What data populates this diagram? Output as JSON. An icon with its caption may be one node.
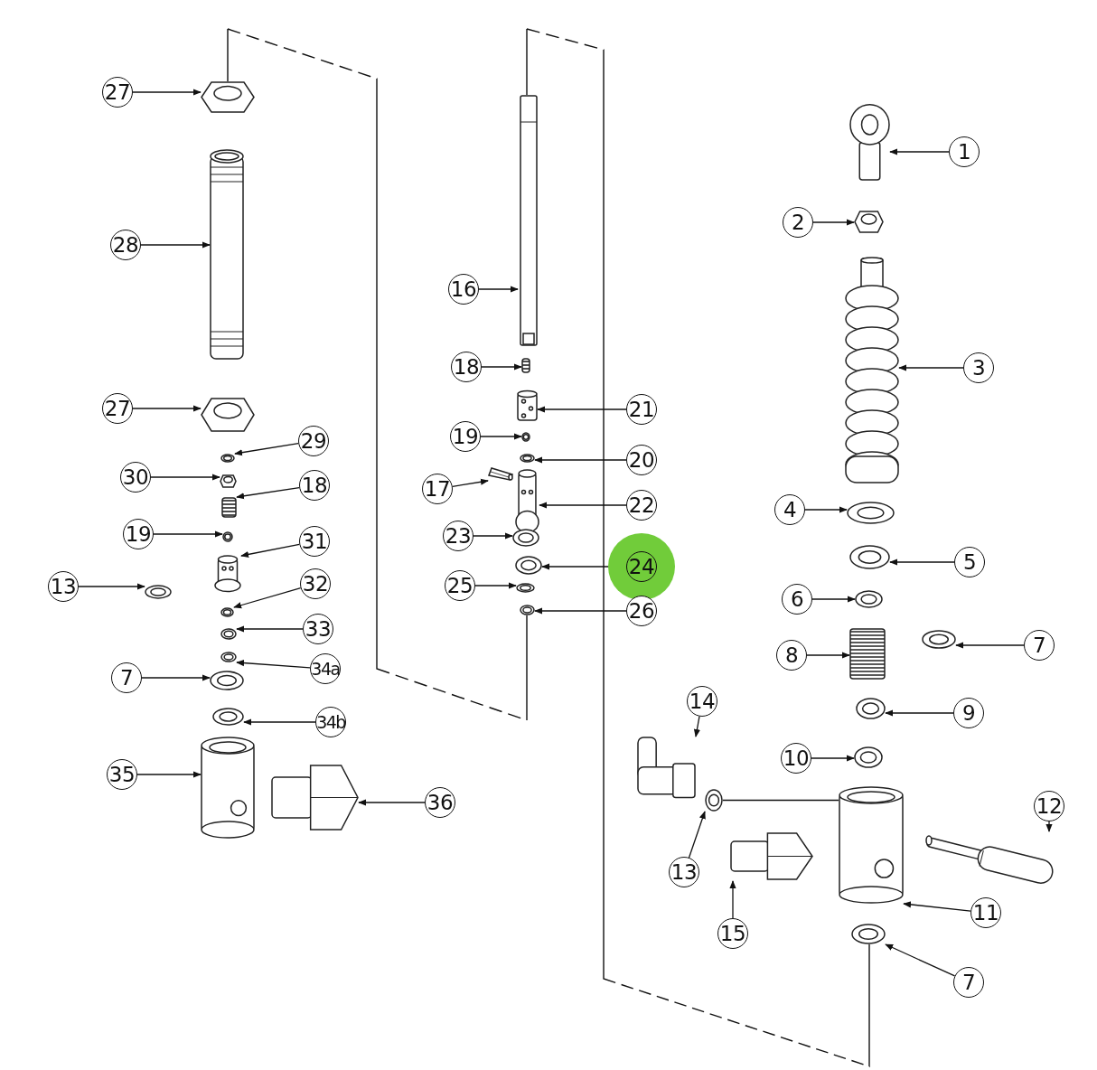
{
  "diagram": {
    "nodes": [
      {
        "text": [
          "27"
        ]
      },
      {
        "text": [],
        "shape": "picture"
      },
      {
        "text": [
          "28"
        ]
      },
      {
        "text": [],
        "shape": "picture"
      },
      {
        "text": [
          "27"
        ]
      },
      {
        "text": [],
        "shape": "picture"
      },
      {
        "text": [
          "29"
        ]
      },
      {
        "text": [],
        "shape": "picture"
      },
      {
        "text": [
          "30"
        ]
      },
      {
        "text": [],
        "shape": "picture"
      },
      {
        "text": [
          "18"
        ]
      },
      {
        "text": [],
        "shape": "picture"
      },
      {
        "text": [
          "19"
        ]
      },
      {
        "text": [],
        "shape": "picture"
      },
      {
        "text": [
          "31"
        ]
      },
      {
        "text": [],
        "shape": "picture"
      },
      {
        "text": [
          "13"
        ]
      },
      {
        "text": [],
        "shape": "picture"
      },
      {
        "text": [
          "32"
        ]
      },
      {
        "text": [],
        "shape": "picture"
      },
      {
        "text": [
          "33"
        ]
      },
      {
        "text": [],
        "shape": "picture"
      },
      {
        "text": [
          "34a"
        ]
      },
      {
        "text": [],
        "shape": "picture"
      },
      {
        "text": [
          "7"
        ]
      },
      {
        "text": [],
        "shape": "picture"
      },
      {
        "text": [
          "34b"
        ]
      },
      {
        "text": [],
        "shape": "picture"
      },
      {
        "text": [
          "35"
        ]
      },
      {
        "text": [],
        "shape": "picture"
      },
      {
        "text": [
          "36"
        ]
      },
      {
        "text": [],
        "shape": "picture"
      },
      {
        "text": [
          "16"
        ]
      },
      {
        "text": [],
        "shape": "picture"
      },
      {
        "text": [
          "18"
        ]
      },
      {
        "text": [],
        "shape": "picture"
      },
      {
        "text": [
          "21"
        ]
      },
      {
        "text": [],
        "shape": "picture"
      },
      {
        "text": [
          "19"
        ]
      },
      {
        "text": [],
        "shape": "picture"
      },
      {
        "text": [
          "20"
        ]
      },
      {
        "text": [],
        "shape": "picture"
      },
      {
        "text": [
          "17"
        ]
      },
      {
        "text": [],
        "shape": "picture"
      },
      {
        "text": [
          "22"
        ]
      },
      {
        "text": [],
        "shape": "picture"
      },
      {
        "text": [
          "23"
        ]
      },
      {
        "text": [],
        "shape": "picture"
      },
      {
        "text": [
          "24"
        ]
      },
      {
        "text": [],
        "shape": "picture"
      },
      {
        "text": [
          "25"
        ]
      },
      {
        "text": [],
        "shape": "picture"
      },
      {
        "text": [
          "26"
        ]
      },
      {
        "text": [],
        "shape": "picture"
      },
      {
        "text": [
          "1"
        ]
      },
      {
        "text": [],
        "shape": "picture"
      },
      {
        "text": [
          "2"
        ]
      },
      {
        "text": [],
        "shape": "picture"
      },
      {
        "text": [
          "3"
        ]
      },
      {
        "text": [],
        "shape": "picture"
      },
      {
        "text": [
          "4"
        ]
      },
      {
        "text": [],
        "shape": "picture"
      },
      {
        "text": [
          "5"
        ]
      },
      {
        "text": [],
        "shape": "picture"
      },
      {
        "text": [
          "6"
        ]
      },
      {
        "text": [],
        "shape": "picture"
      },
      {
        "text": [
          "7"
        ]
      },
      {
        "text": [],
        "shape": "picture"
      },
      {
        "text": [
          "8"
        ]
      },
      {
        "text": [],
        "shape": "picture"
      },
      {
        "text": [
          "9"
        ]
      },
      {
        "text": [],
        "shape": "picture"
      },
      {
        "text": [
          "10"
        ]
      },
      {
        "text": [],
        "shape": "picture"
      },
      {
        "text": [
          "14"
        ]
      },
      {
        "text": [],
        "shape": "picture"
      },
      {
        "text": [
          "12"
        ]
      },
      {
        "text": [],
        "shape": "picture"
      },
      {
        "text": [
          "13"
        ]
      },
      {
        "text": [],
        "shape": "picture"
      },
      {
        "text": [
          "11"
        ]
      },
      {
        "text": [],
        "shape": "picture"
      },
      {
        "text": [
          "15"
        ]
      },
      {
        "text": [],
        "shape": "picture"
      },
      {
        "text": [
          "7"
        ]
      },
      {
        "text": [],
        "shape": "picture"
      }
    ],
    "edges": [
      {
        "from": 0,
        "to": 1,
        "arrow": "to"
      },
      {
        "from": 2,
        "to": 3,
        "arrow": "to"
      },
      {
        "from": 4,
        "to": 5,
        "arrow": "to"
      },
      {
        "from": 6,
        "to": 7,
        "arrow": "to"
      },
      {
        "from": 8,
        "to": 9,
        "arrow": "to"
      },
      {
        "from": 10,
        "to": 11,
        "arrow": "to"
      },
      {
        "from": 12,
        "to": 13,
        "arrow": "to"
      },
      {
        "from": 14,
        "to": 15,
        "arrow": "to"
      },
      {
        "from": 16,
        "to": 17,
        "arrow": "to"
      },
      {
        "from": 18,
        "to": 19,
        "arrow": "to"
      },
      {
        "from": 20,
        "to": 21,
        "arrow": "to"
      },
      {
        "from": 22,
        "to": 23,
        "arrow": "to"
      },
      {
        "from": 24,
        "to": 25,
        "arrow": "to"
      },
      {
        "from": 26,
        "to": 27,
        "arrow": "to"
      },
      {
        "from": 28,
        "to": 29,
        "arrow": "to"
      },
      {
        "from": 30,
        "to": 31,
        "arrow": "to"
      },
      {
        "from": 32,
        "to": 33,
        "arrow": "to"
      },
      {
        "from": 34,
        "to": 35,
        "arrow": "to"
      },
      {
        "from": 36,
        "to": 37,
        "arrow": "to"
      },
      {
        "from": 38,
        "to": 39,
        "arrow": "to"
      },
      {
        "from": 40,
        "to": 41,
        "arrow": "to"
      },
      {
        "from": 42,
        "to": 43,
        "arrow": "to"
      },
      {
        "from": 44,
        "to": 45,
        "arrow": "to"
      },
      {
        "from": 46,
        "to": 47,
        "arrow": "to"
      },
      {
        "from": 48,
        "to": 49,
        "arrow": "to"
      },
      {
        "from": 50,
        "to": 51,
        "arrow": "to"
      },
      {
        "from": 52,
        "to": 53,
        "arrow": "to"
      },
      {
        "from": 54,
        "to": 55,
        "arrow": "to"
      },
      {
        "from": 56,
        "to": 57,
        "arrow": "to"
      },
      {
        "from": 58,
        "to": 59,
        "arrow": "to"
      },
      {
        "from": 60,
        "to": 61,
        "arrow": "to"
      },
      {
        "from": 62,
        "to": 63,
        "arrow": "to"
      },
      {
        "from": 64,
        "to": 65,
        "arrow": "to"
      },
      {
        "from": 66,
        "to": 67,
        "arrow": "to"
      },
      {
        "from": 68,
        "to": 69,
        "arrow": "to"
      },
      {
        "from": 70,
        "to": 71,
        "arrow": "to"
      },
      {
        "from": 72,
        "to": 73,
        "arrow": "to"
      },
      {
        "from": 74,
        "to": 75,
        "arrow": "to"
      },
      {
        "from": 76,
        "to": 77,
        "arrow": "to"
      },
      {
        "from": 78,
        "to": 79,
        "arrow": "to"
      },
      {
        "from": 80,
        "to": 81,
        "arrow": "to"
      },
      {
        "from": 82,
        "to": 83,
        "arrow": "to"
      },
      {
        "from": 84,
        "to": 85,
        "arrow": "to"
      },
      {
        "from": 1,
        "to": 53,
        "arrow": "none",
        "style": "dashed"
      },
      {
        "from": 33,
        "to": 85,
        "arrow": "none",
        "style": "dashed"
      },
      {
        "from": 79,
        "to": 81,
        "arrow": "none"
      }
    ]
  }
}
